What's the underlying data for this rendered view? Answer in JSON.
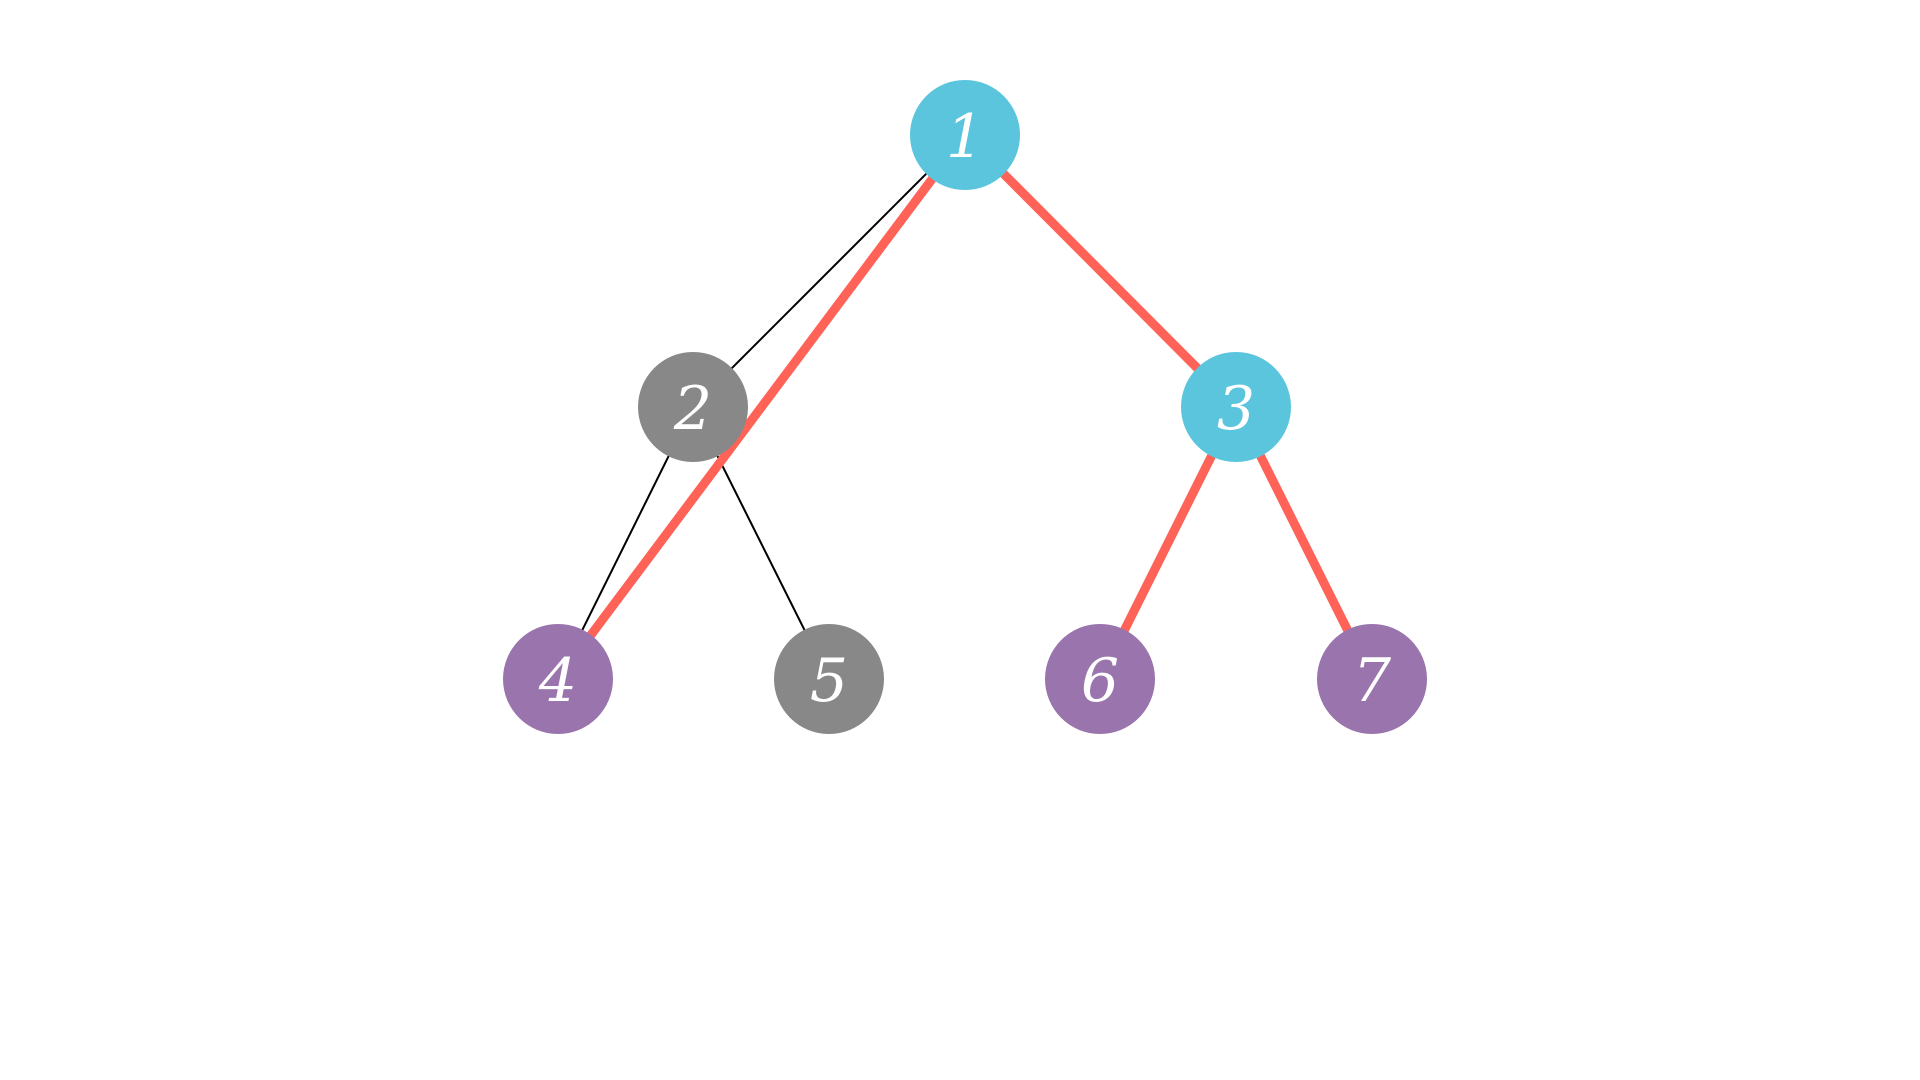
{
  "colors": {
    "highlight_edge": "#ff6257",
    "normal_edge": "#000000",
    "cyan": "#5bc5de",
    "gray": "#888888",
    "purple": "#9a74ad",
    "label": "#ffffff"
  },
  "nodes": [
    {
      "id": "1",
      "label": "1",
      "color": "cyan"
    },
    {
      "id": "2",
      "label": "2",
      "color": "gray"
    },
    {
      "id": "3",
      "label": "3",
      "color": "cyan"
    },
    {
      "id": "4",
      "label": "4",
      "color": "purple"
    },
    {
      "id": "5",
      "label": "5",
      "color": "gray"
    },
    {
      "id": "6",
      "label": "6",
      "color": "purple"
    },
    {
      "id": "7",
      "label": "7",
      "color": "purple"
    }
  ],
  "edges": [
    {
      "from": "1",
      "to": "2",
      "highlighted": false
    },
    {
      "from": "2",
      "to": "4",
      "highlighted": false
    },
    {
      "from": "2",
      "to": "5",
      "highlighted": false
    },
    {
      "from": "1",
      "to": "4",
      "highlighted": true
    },
    {
      "from": "1",
      "to": "3",
      "highlighted": true
    },
    {
      "from": "3",
      "to": "6",
      "highlighted": true
    },
    {
      "from": "3",
      "to": "7",
      "highlighted": true
    }
  ]
}
